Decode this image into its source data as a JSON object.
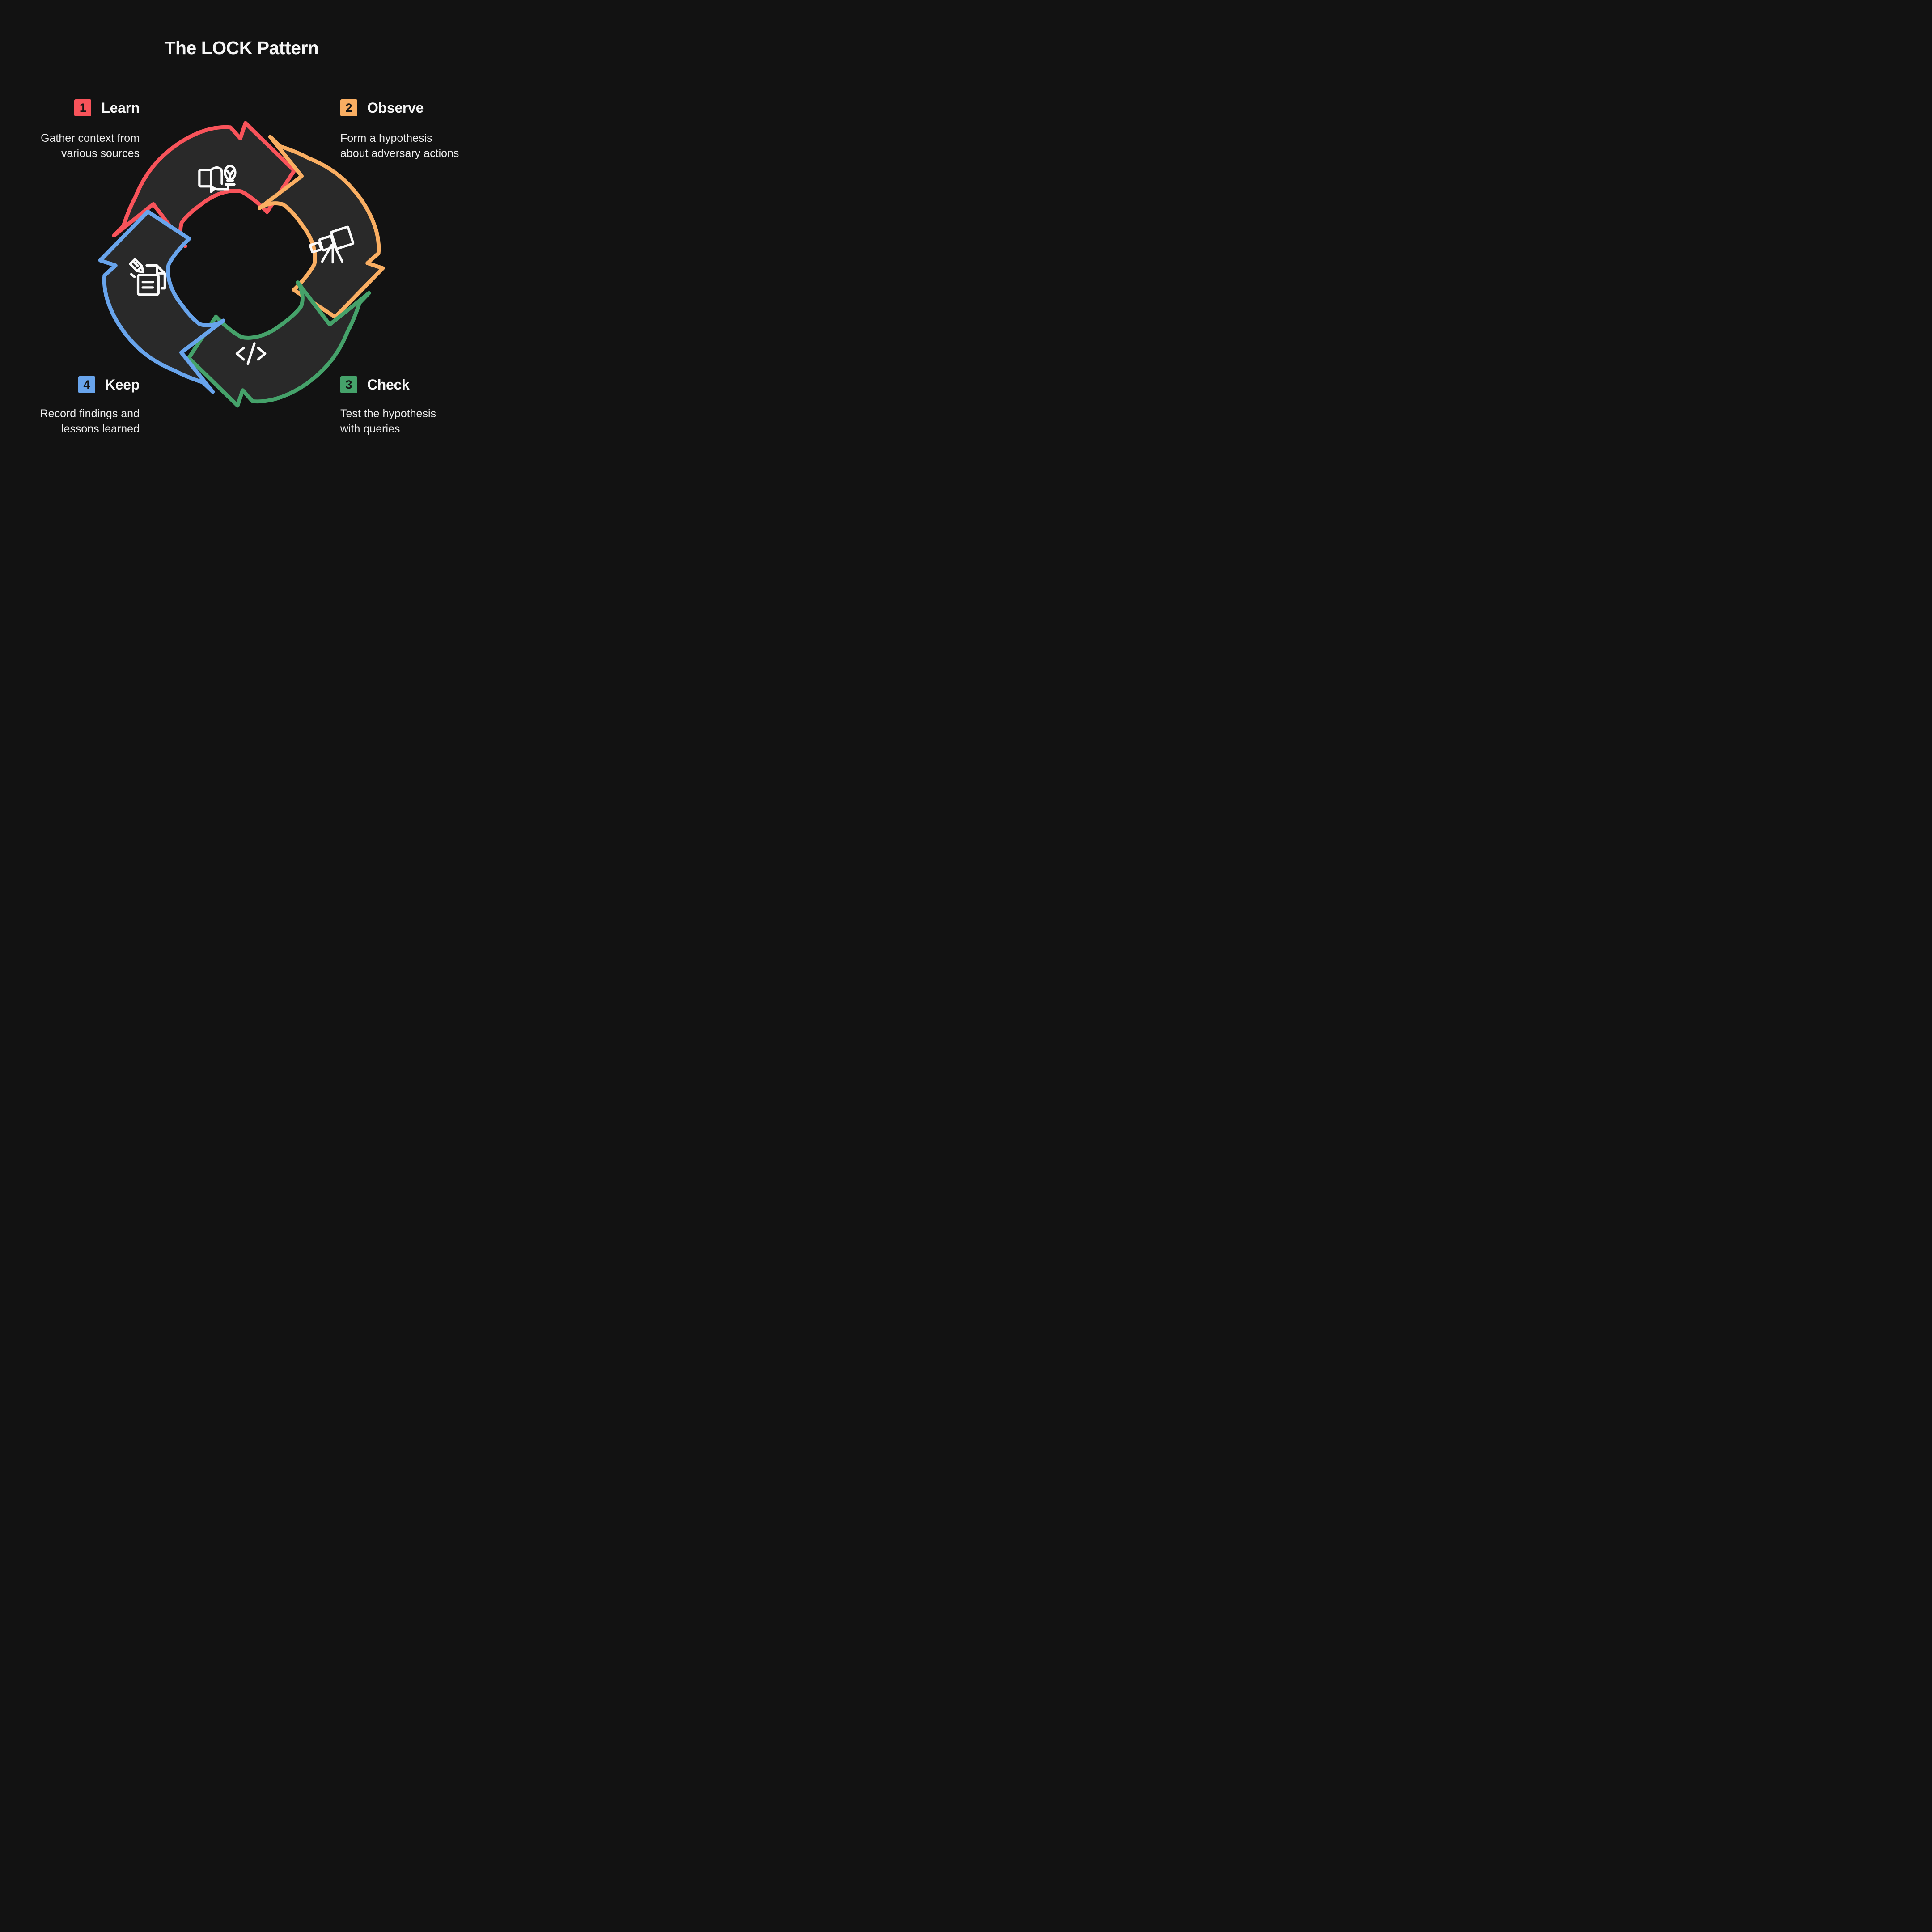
{
  "title": "The LOCK Pattern",
  "colors": {
    "background": "#121212",
    "surface": "#292929",
    "text": "#F5F5F5",
    "description_text": "#EDEDED",
    "badge_number_text": "#141414",
    "icon_stroke": "#FAFAFA",
    "learn_red": "#F8535A",
    "observe_orange": "#F9AE62",
    "check_green": "#45A26A",
    "keep_blue": "#68A4EC"
  },
  "steps": [
    {
      "number": "1",
      "label": "Learn",
      "description_line1": "Gather context from",
      "description_line2": "various sources",
      "color": "#F8535A",
      "icon": "open-book-lightbulb-icon",
      "position": "top-left"
    },
    {
      "number": "2",
      "label": "Observe",
      "description_line1": "Form a hypothesis",
      "description_line2": "about adversary actions",
      "color": "#F9AE62",
      "icon": "telescope-icon",
      "position": "top-right"
    },
    {
      "number": "3",
      "label": "Check",
      "description_line1": "Test the hypothesis",
      "description_line2": "with queries",
      "color": "#45A26A",
      "icon": "code-brackets-icon",
      "position": "bottom-right"
    },
    {
      "number": "4",
      "label": "Keep",
      "description_line1": "Record findings and",
      "description_line2": "lessons learned",
      "color": "#68A4EC",
      "icon": "note-pencil-icon",
      "position": "bottom-left"
    }
  ]
}
